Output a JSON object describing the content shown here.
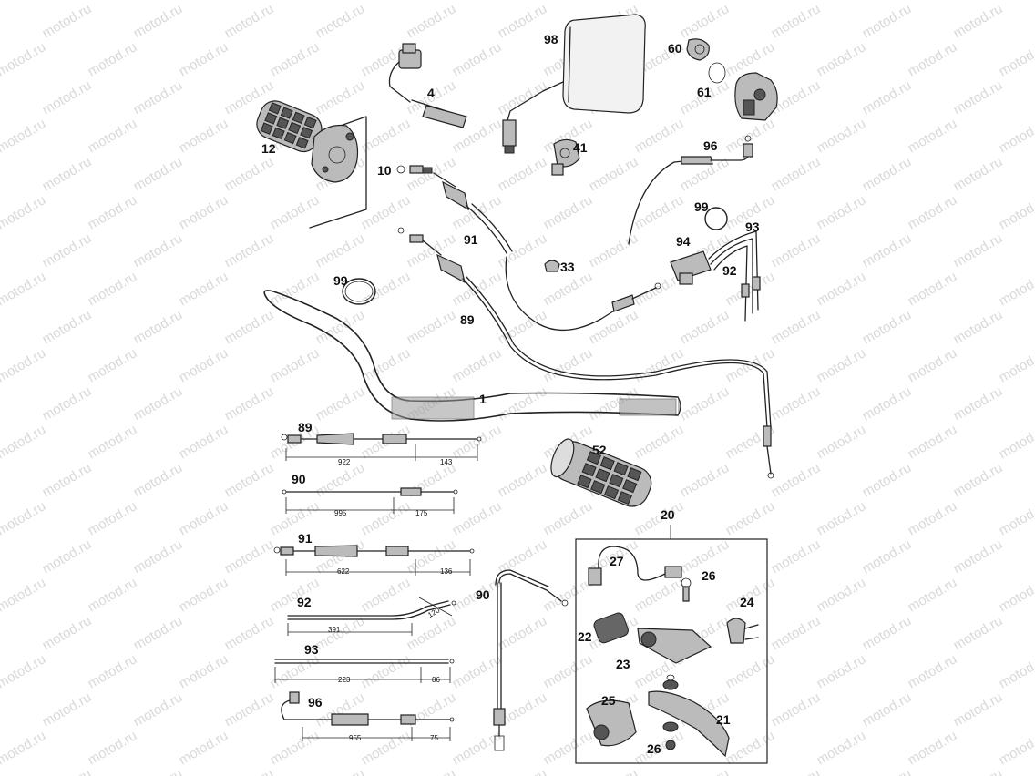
{
  "watermark": "motod.ru",
  "callouts": {
    "p98": "98",
    "p60": "60",
    "p61": "61",
    "p4": "4",
    "p12": "12",
    "p10": "10",
    "p41": "41",
    "p96": "96",
    "p99a": "99",
    "p93": "93",
    "p94": "94",
    "p92": "92",
    "p91": "91",
    "p33": "33",
    "p99b": "99",
    "p89": "89",
    "p1": "1",
    "p52": "52",
    "p20": "20",
    "p27": "27",
    "p26a": "26",
    "p24": "24",
    "p22": "22",
    "p23": "23",
    "p25": "25",
    "p21": "21",
    "p26b": "26",
    "p90": "90"
  },
  "cable_specs": [
    {
      "part": "89",
      "dims": [
        "922",
        "143"
      ]
    },
    {
      "part": "90",
      "dims": [
        "995",
        "175"
      ]
    },
    {
      "part": "91",
      "dims": [
        "622",
        "136"
      ]
    },
    {
      "part": "92",
      "dims": [
        "391",
        "120"
      ]
    },
    {
      "part": "93",
      "dims": [
        "223",
        "86"
      ]
    },
    {
      "part": "96",
      "dims": [
        "955",
        "75"
      ]
    }
  ]
}
